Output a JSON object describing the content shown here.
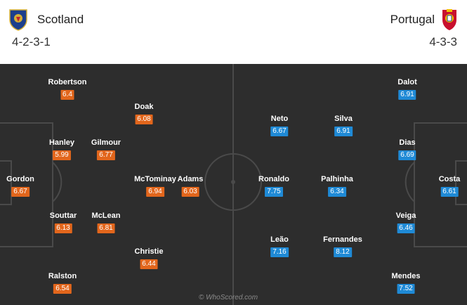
{
  "home": {
    "name": "Scotland",
    "formation": "4-2-3-1",
    "crest_icon": "scotland-crest-icon",
    "rating_color": "#e2661c",
    "players": [
      {
        "name": "Robertson",
        "rating": "6.4"
      },
      {
        "name": "Doak",
        "rating": "6.08"
      },
      {
        "name": "Hanley",
        "rating": "5.99"
      },
      {
        "name": "Gilmour",
        "rating": "6.77"
      },
      {
        "name": "Gordon",
        "rating": "6.67"
      },
      {
        "name": "McTominay",
        "rating": "6.94"
      },
      {
        "name": "Adams",
        "rating": "6.03"
      },
      {
        "name": "Souttar",
        "rating": "6.13"
      },
      {
        "name": "McLean",
        "rating": "6.81"
      },
      {
        "name": "Christie",
        "rating": "6.44"
      },
      {
        "name": "Ralston",
        "rating": "6.54"
      }
    ]
  },
  "away": {
    "name": "Portugal",
    "formation": "4-3-3",
    "crest_icon": "portugal-crest-icon",
    "rating_color": "#1f8ad6",
    "players": [
      {
        "name": "Dalot",
        "rating": "6.91"
      },
      {
        "name": "Neto",
        "rating": "6.67"
      },
      {
        "name": "Silva",
        "rating": "6.91"
      },
      {
        "name": "Dias",
        "rating": "6.69"
      },
      {
        "name": "Ronaldo",
        "rating": "7.75"
      },
      {
        "name": "Palhinha",
        "rating": "6.34"
      },
      {
        "name": "Costa",
        "rating": "6.61"
      },
      {
        "name": "Veiga",
        "rating": "6.46"
      },
      {
        "name": "Leão",
        "rating": "7.16"
      },
      {
        "name": "Fernandes",
        "rating": "8.12"
      },
      {
        "name": "Mendes",
        "rating": "7.52"
      }
    ]
  },
  "watermark": "© WhoScored.com"
}
